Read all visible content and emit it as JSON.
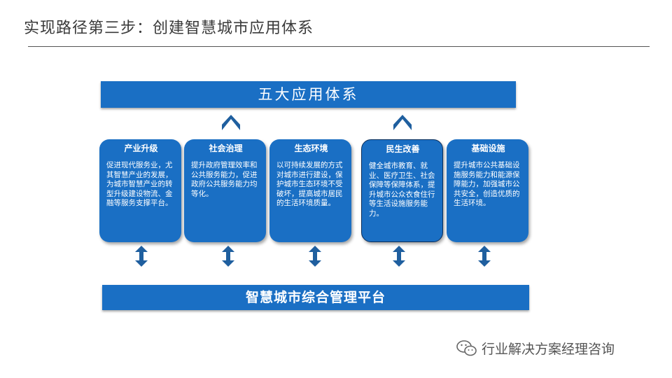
{
  "page": {
    "title": "实现路径第三步：创建智慧城市应用体系"
  },
  "diagram": {
    "top_banner": "五大应用体系",
    "bottom_banner": "智慧城市综合管理平台",
    "cards": [
      {
        "title": "产业升级",
        "body": "促进现代服务业，尤其智慧产业的发展，为城市智慧产业的转型升级建设物流、金融等服务支撑平台。"
      },
      {
        "title": "社会治理",
        "body": "提升政府管理效率和公共服务能力，促进政府公共服务能力均等化。"
      },
      {
        "title": "生态环境",
        "body": "以可持续发展的方式对城市进行建设，保护城市生态环境不受破坏，提高城市居民的生活环境质量。"
      },
      {
        "title": "民生改善",
        "body": "健全城市教育、就业、医疗卫生、社会保障等保障体系，提升城市公众衣食住行等生活设施服务能力。"
      },
      {
        "title": "基础设施",
        "body": "提升城市公共基础设施服务能力和能源保障能力，加强城市公共安全，创造优质的生活环境。"
      }
    ]
  },
  "watermark": {
    "text": "行业解决方案经理咨询"
  },
  "colors": {
    "primary_blue": "#1a6fc4",
    "arrow_blue": "#1f5f9f"
  }
}
